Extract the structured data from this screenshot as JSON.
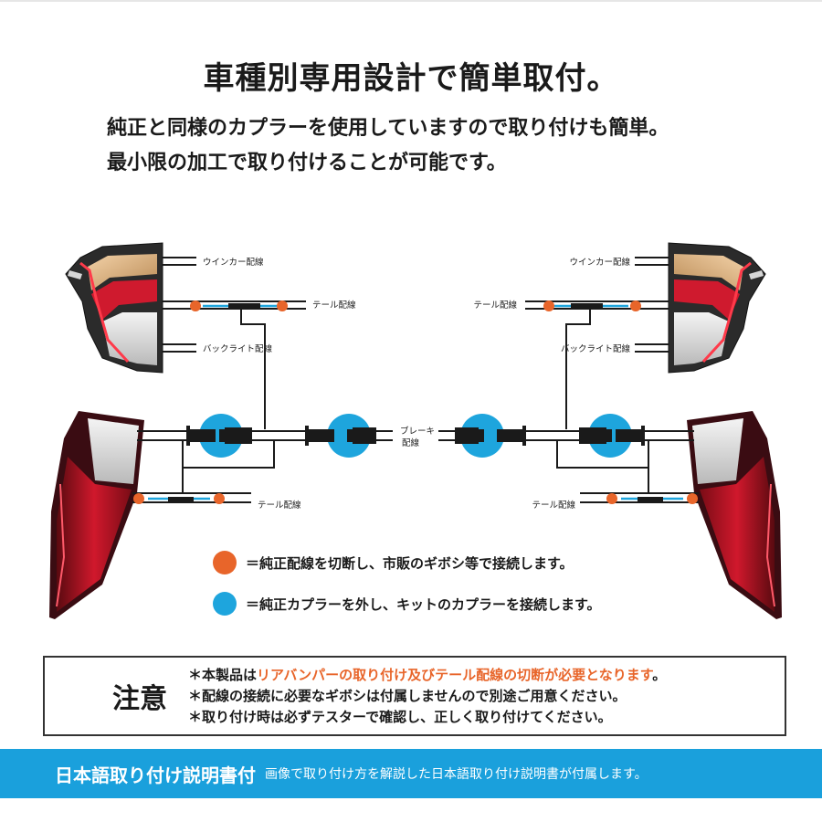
{
  "header": {
    "title": "車種別専用設計で簡単取付。",
    "sub_line1": "純正と同様のカプラーを使用していますので取り付けも簡単。",
    "sub_line2": "最小限の加工で取り付けることが可能です。"
  },
  "diagram": {
    "wire_labels": {
      "left_winker": "ウインカー配線",
      "left_tail_upper": "テール配線",
      "left_backlight": "バックライト配線",
      "left_tail_lower": "テール配線",
      "right_winker": "ウインカー配線",
      "right_tail_upper": "テール配線",
      "right_backlight": "バックライト配線",
      "right_tail_lower": "テール配線",
      "brake_line1": "ブレーキ",
      "brake_line2": "配線"
    },
    "colors": {
      "orange_connection": "#e8652a",
      "blue_coupler": "#1ea5dd",
      "wire": "#1a1a1a",
      "lamp_red": "#c8102e"
    }
  },
  "legend": {
    "orange_text": "＝純正配線を切断し、市販のギボシ等で接続します。",
    "blue_text": "＝純正カプラーを外し、キットのカプラーを接続します。"
  },
  "notice": {
    "title": "注意",
    "line1_prefix": "＊本製品は",
    "line1_emphasis": "リアバンパーの取り付け及びテール配線の切断が必要となります",
    "line1_suffix": "。",
    "line2": "＊配線の接続に必要なギボシは付属しませんので別途ご用意ください。",
    "line3": "＊取り付け時は必ずテスターで確認し、正しく取り付けてください。"
  },
  "footer": {
    "title": "日本語取り付け説明書付",
    "description": "画像で取り付け方を解説した日本語取り付け説明書が付属します。"
  }
}
